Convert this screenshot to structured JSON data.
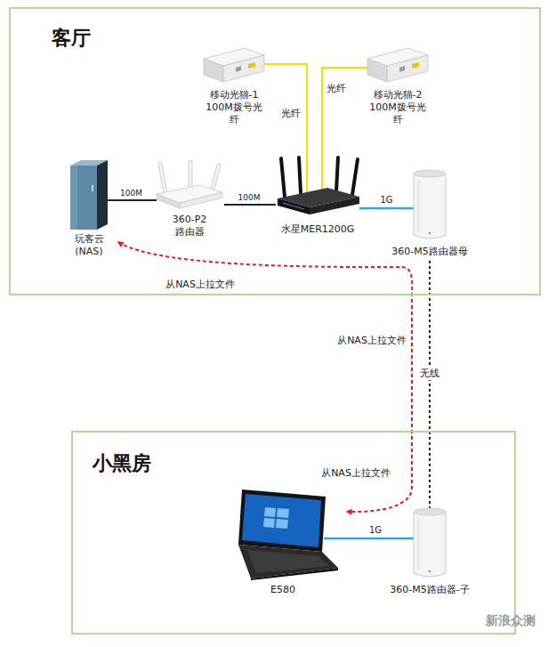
{
  "diagram": {
    "nodes": [
      {
        "text": [
          "客厅"
        ]
      },
      {
        "text": [
          "移动光猫-1 100M拨号光 纤"
        ],
        "in": 0
      },
      {
        "text": [
          "移动光猫-2 100M拨号光 纤"
        ],
        "in": 0
      },
      {
        "text": [
          "玩客云 (NAS)"
        ],
        "in": 0
      },
      {
        "text": [
          "360-P2 路由器"
        ],
        "in": 0
      },
      {
        "text": [
          "水星MER1200G"
        ],
        "in": 0
      },
      {
        "text": [
          "360-M5路由器母"
        ],
        "in": 0
      },
      {
        "text": [
          "小黑房"
        ]
      },
      {
        "text": [
          "E580"
        ],
        "in": 7
      },
      {
        "text": [
          "360-M5路由器-子"
        ],
        "in": 7
      }
    ],
    "edges": [
      {
        "from": 3,
        "to": 4,
        "arrow": "none",
        "label": "100M"
      },
      {
        "from": 4,
        "to": 5,
        "arrow": "none",
        "label": "100M"
      },
      {
        "from": 5,
        "to": 6,
        "arrow": "none",
        "label": "1G"
      },
      {
        "from": 1,
        "to": 5,
        "arrow": "none",
        "label": "光纤"
      },
      {
        "from": 2,
        "to": 5,
        "arrow": "none",
        "label": "光纤"
      },
      {
        "from": 6,
        "to": 9,
        "arrow": "none",
        "label": "无线"
      },
      {
        "from": 8,
        "to": 9,
        "arrow": "none",
        "label": "1G"
      },
      {
        "from": 3,
        "to": 8,
        "arrow": "both",
        "label": "从NAS上拉文件"
      }
    ],
    "labels": [
      "从NAS上拉文件",
      "从NAS上拉文件",
      "新浪众测"
    ]
  }
}
